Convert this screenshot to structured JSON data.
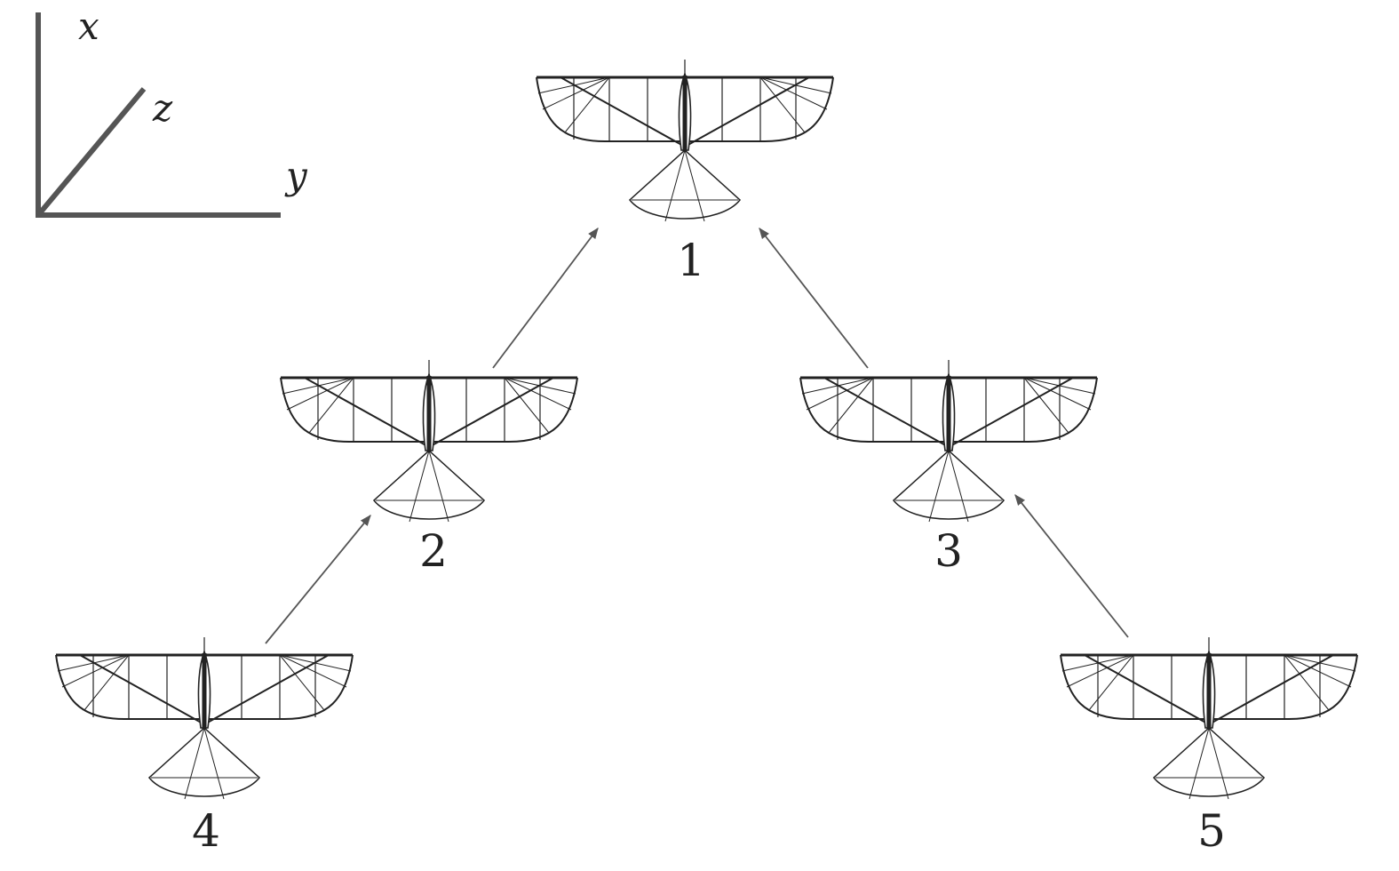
{
  "axes": {
    "labels": {
      "x": "x",
      "y": "y",
      "z": "z"
    },
    "color": "#555555"
  },
  "aircraft": [
    {
      "id": "1",
      "label": "1"
    },
    {
      "id": "2",
      "label": "2"
    },
    {
      "id": "3",
      "label": "3"
    },
    {
      "id": "4",
      "label": "4"
    },
    {
      "id": "5",
      "label": "5"
    }
  ],
  "edges": [
    {
      "from": "2",
      "to": "1"
    },
    {
      "from": "3",
      "to": "1"
    },
    {
      "from": "4",
      "to": "2"
    },
    {
      "from": "5",
      "to": "3"
    }
  ],
  "colors": {
    "stroke": "#222222",
    "arrow": "#555555"
  }
}
